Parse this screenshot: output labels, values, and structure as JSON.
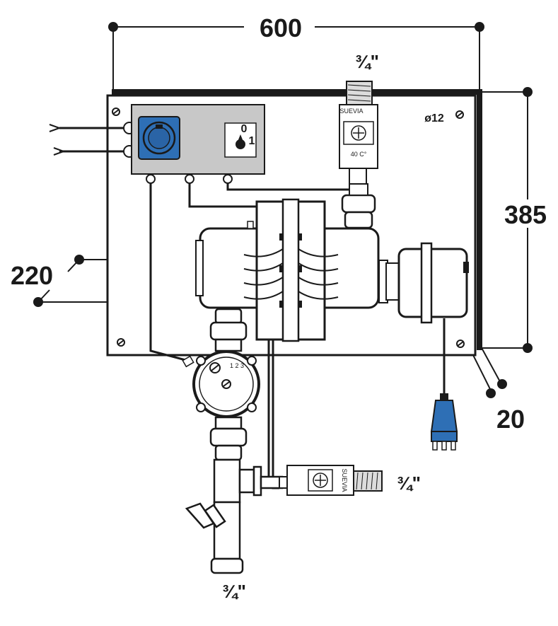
{
  "dimensions": {
    "width": "600",
    "height": "385",
    "offset": "220",
    "depth": "20",
    "hole": "ø12"
  },
  "connections": {
    "top": "¾\"",
    "right": "¾\"",
    "bottom": "¾\""
  },
  "thermostat": {
    "brand": "SUEVIA",
    "temperature": "40 C°"
  },
  "switch": {
    "pos0": "0",
    "pos1": "1"
  },
  "pump": {
    "speeds": "1 2 3"
  },
  "colors": {
    "accent_blue": "#2e6fb5",
    "panel_gray": "#c8c8c8",
    "line": "#1a1a1a"
  }
}
